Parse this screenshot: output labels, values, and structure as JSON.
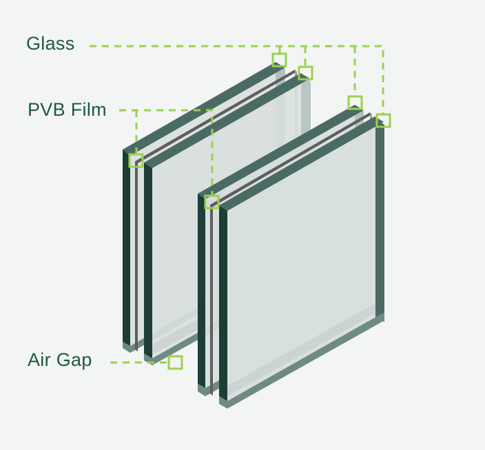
{
  "labels": {
    "glass": "Glass",
    "pvb_film": "PVB Film",
    "air_gap": "Air Gap"
  },
  "colors": {
    "background": "#f3f4f4",
    "label_text": "#1e5a3c",
    "callout_green": "#9bd14f",
    "glass_edge_dark": "#1d3d37",
    "glass_edge_mid": "#4b6a63",
    "glass_edge_light": "#6f8a84",
    "glass_face": "#d6dedc",
    "pvb_film": "#5e5e5e"
  }
}
